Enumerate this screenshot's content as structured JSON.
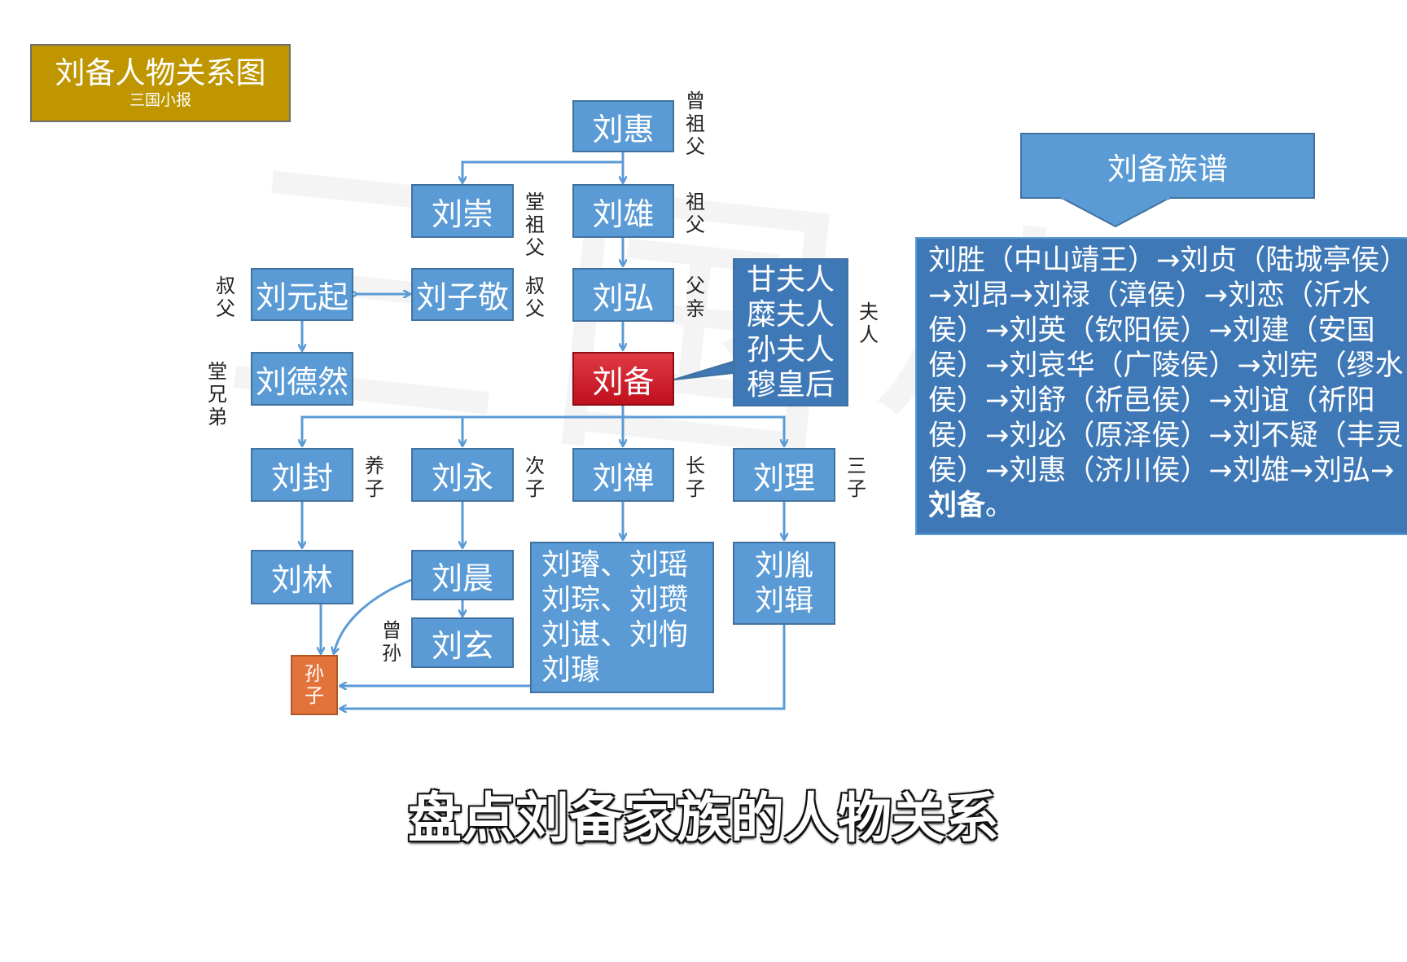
{
  "title": {
    "main": "刘备人物关系图",
    "sub": "三国小报"
  },
  "watermark": "三国小报",
  "nodes": {
    "liu_hui_ggf": "刘惠",
    "liu_chong": "刘崇",
    "liu_xiong": "刘雄",
    "liu_yuanqi": "刘元起",
    "liu_zijing": "刘子敬",
    "liu_hong": "刘弘",
    "liu_deran": "刘德然",
    "liu_bei": "刘备",
    "wives": [
      "甘夫人",
      "糜夫人",
      "孙夫人",
      "穆皇后"
    ],
    "liu_feng": "刘封",
    "liu_yong": "刘永",
    "liu_shan": "刘禅",
    "liu_li": "刘理",
    "liu_lin": "刘林",
    "liu_chen": "刘晨",
    "liu_xuan": "刘玄",
    "shan_sons": [
      "刘璿、刘瑶",
      "刘琮、刘瓒",
      "刘谌、刘恂",
      "刘璩"
    ],
    "li_sons": [
      "刘胤",
      "刘辑"
    ],
    "grandsons": "孙子"
  },
  "labels": {
    "great_grandfather": "曾祖父",
    "grand_uncle": "堂祖父",
    "grandfather": "祖父",
    "uncle_left": "叔父",
    "uncle_mid": "叔父",
    "father": "父亲",
    "wives": "夫人",
    "cousin": "堂兄弟",
    "adopted": "养子",
    "second_son": "次子",
    "eldest_son": "长子",
    "third_son": "三子",
    "great_grandson": "曾孙"
  },
  "genealogy": {
    "header": "刘备族谱",
    "text": "刘胜（中山靖王）→刘贞（陆城亭侯）→刘昂→刘禄（漳侯）→刘恋（沂水侯）→刘英（钦阳侯）→刘建（安国侯）→刘哀华（广陵侯）→刘宪（缪水侯）→刘舒（祈邑侯）→刘谊（祈阳侯）→刘必（原泽侯）→刘不疑（丰灵侯）→刘惠（济川侯）→刘雄→刘弘→",
    "bold": "刘备",
    "end": "。"
  },
  "subtitle": "盘点刘备家族的人物关系",
  "colors": {
    "box": "#5b9bd5",
    "box_border": "#41729f",
    "liu_bei": "#d41f2c",
    "grandson": "#e2733b",
    "title": "#bf9600",
    "panel": "#3f78b6",
    "line": "#5b9bd5"
  }
}
